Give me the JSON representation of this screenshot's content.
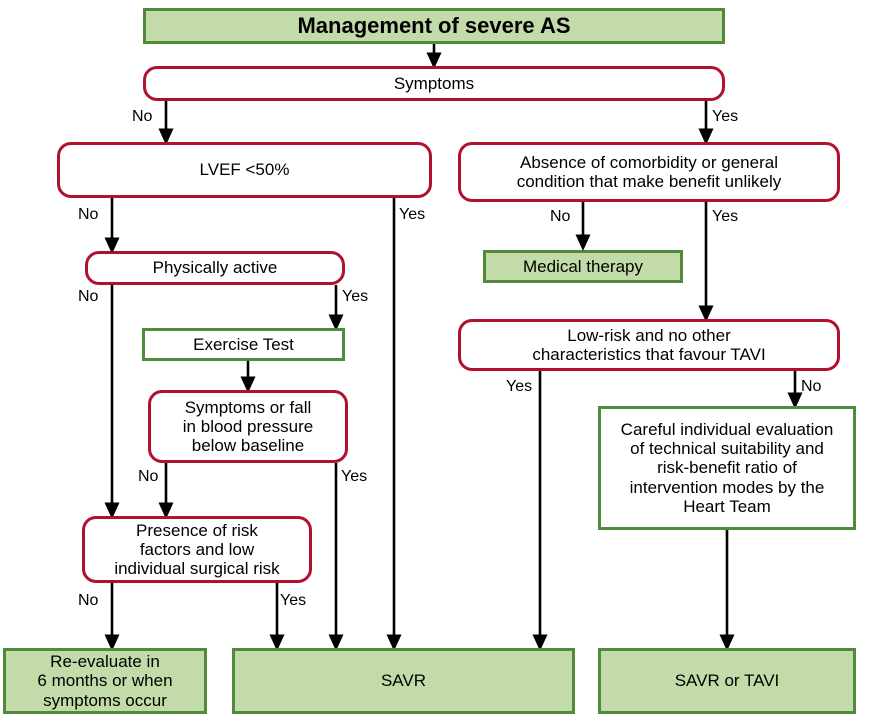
{
  "diagram": {
    "title": "Management of severe AS",
    "palette": {
      "red_border": "#b0112f",
      "green_border": "#4f8b3b",
      "green_fill": "#c3dba8",
      "white_fill": "#ffffff",
      "text": "#000000"
    },
    "nodes": {
      "title": "Management of severe AS",
      "symptoms": "Symptoms",
      "lvef": "LVEF <50%",
      "absence_comorbidity": "Absence of comorbidity or general condition that make benefit unlikely",
      "physically_active": "Physically active",
      "medical_therapy": "Medical therapy",
      "exercise_test": "Exercise Test",
      "low_risk_tavi": "Low-risk and no other characteristics that favour TAVI",
      "symptoms_fall": "Symptoms or fall in blood pressure below baseline",
      "heart_team": "Careful individual evaluation of technical suitability and risk-benefit ratio of intervention modes by the Heart Team",
      "presence_risk": "Presence of risk factors and low individual surgical risk",
      "re_evaluate": "Re-evaluate in 6 months or when symptoms occur",
      "savr": "SAVR",
      "savr_or_tavi": "SAVR or TAVI"
    },
    "node_lines": {
      "absence_comorbidity_1": "Absence of comorbidity or general",
      "absence_comorbidity_2": "condition that make benefit unlikely",
      "low_risk_tavi_1": "Low-risk and no other",
      "low_risk_tavi_2": "characteristics that favour TAVI",
      "symptoms_fall_1": "Symptoms or fall",
      "symptoms_fall_2": "in blood pressure",
      "symptoms_fall_3": "below baseline",
      "heart_team_1": "Careful individual evaluation",
      "heart_team_2": "of technical suitability and",
      "heart_team_3": "risk-benefit ratio of",
      "heart_team_4": "intervention modes by the",
      "heart_team_5": "Heart Team",
      "presence_risk_1": "Presence of risk",
      "presence_risk_2": "factors and low",
      "presence_risk_3": "individual surgical risk",
      "re_evaluate_1": "Re-evaluate in",
      "re_evaluate_2": "6 months or when",
      "re_evaluate_3": "symptoms occur"
    },
    "edge_labels": {
      "symptoms_no": "No",
      "symptoms_yes": "Yes",
      "lvef_no": "No",
      "lvef_yes": "Yes",
      "absence_no": "No",
      "absence_yes": "Yes",
      "active_no": "No",
      "active_yes": "Yes",
      "lowrisk_yes": "Yes",
      "lowrisk_no": "No",
      "fall_no": "No",
      "fall_yes": "Yes",
      "presence_no": "No",
      "presence_yes": "Yes"
    }
  }
}
